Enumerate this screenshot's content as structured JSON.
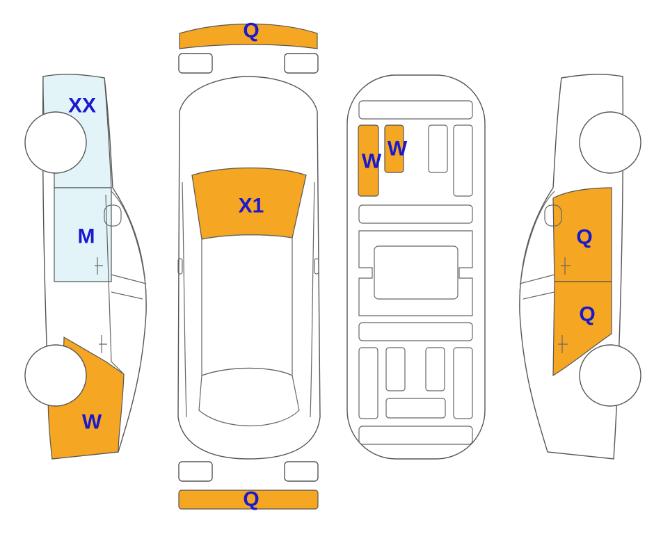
{
  "colors": {
    "damage_fill": "#f5a623",
    "light_fill": "#e3f4f8",
    "label_color": "#1a1acc",
    "outline": "#555555"
  },
  "labels": {
    "front_bumper": "Q",
    "rear_bumper": "Q",
    "left_rear_quarter": "XX",
    "left_rear_door": "M",
    "left_front_fender": "W",
    "windshield": "X1",
    "underbody_front_left": "W",
    "underbody_front_right": "W",
    "right_front_door": "Q",
    "right_rear_door": "Q"
  }
}
